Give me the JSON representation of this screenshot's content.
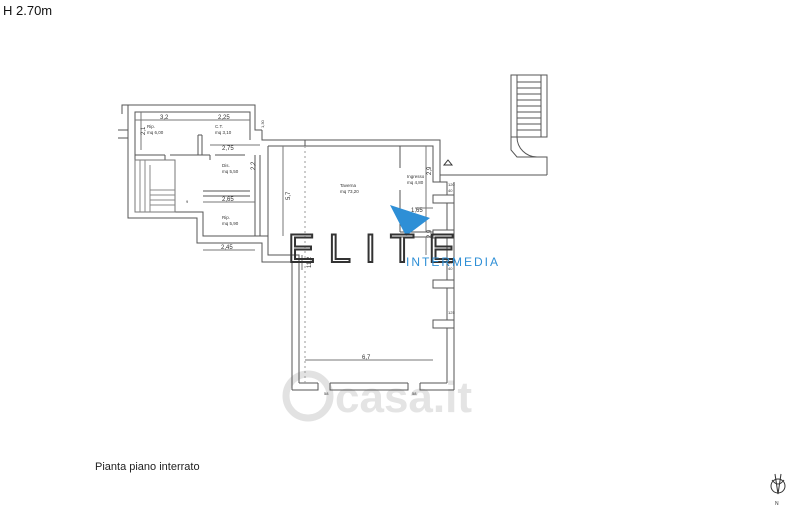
{
  "header": {
    "height_label": "H 2.70m"
  },
  "caption": "Pianta piano interrato",
  "rooms": {
    "rip_top": {
      "name": "Rip.",
      "area": "mq 6,00"
    },
    "ct": {
      "name": "C.T.",
      "area": "mq 3,10"
    },
    "dis": {
      "name": "Dis.",
      "area": "mq 5,50"
    },
    "rip_bottom": {
      "name": "Rip.",
      "area": "mq 5,90"
    },
    "taverna": {
      "name": "Taverna",
      "area": "mq 73,20"
    },
    "ingresso": {
      "name": "Ingresso",
      "area": "mq 4,80"
    }
  },
  "dimensions": {
    "d32": "3,2",
    "d225": "2,25",
    "d275": "2,75",
    "d21": "2,1",
    "d265": "2,65",
    "d245": "2,45",
    "d22": "2,2",
    "d57": "5,7",
    "d165": "1,65",
    "d29a": "2,9",
    "d29b": "2,9",
    "d112": "11,2",
    "d67": "6,7",
    "d130": "1,30",
    "d9": "9",
    "d120": "120",
    "d40": "40",
    "d80": "80",
    "d40b": "40",
    "d125": "125",
    "d58a": "58",
    "d58b": "58"
  },
  "watermark": {
    "brand": "ELITE",
    "sub": "INTERMEDIA",
    "site": "casa.it"
  },
  "compass": {
    "label": "N"
  },
  "colors": {
    "wall": "#555555",
    "brand_blue": "#2e8fd6",
    "watermark_gray": "#d9d9d9"
  }
}
